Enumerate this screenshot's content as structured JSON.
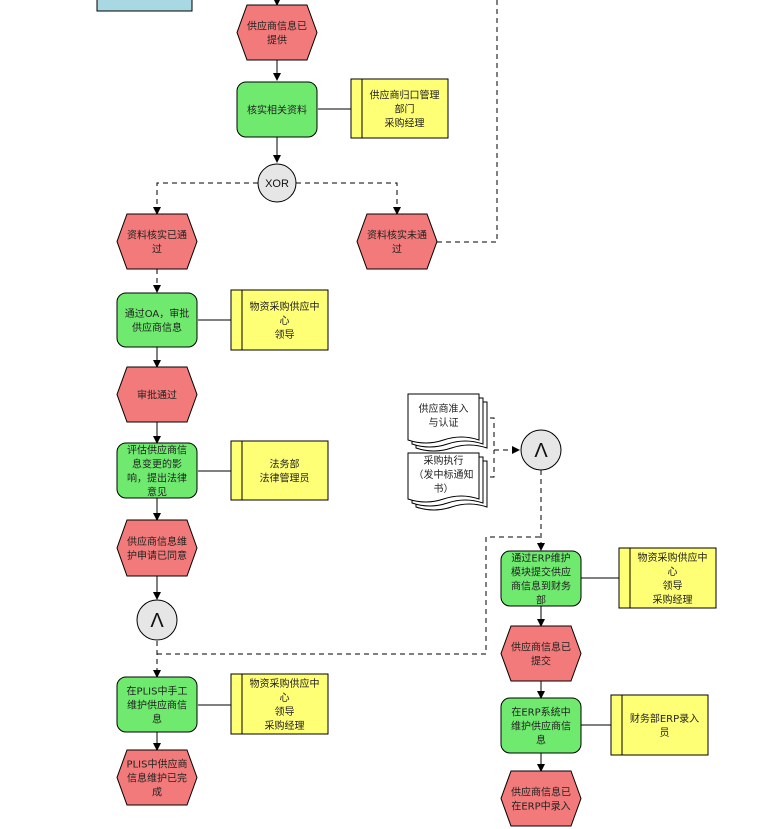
{
  "colors": {
    "event": "#f37a7a",
    "function": "#6fea6f",
    "org": "#ffff76",
    "doc": "#ffffff",
    "connector": "#e6e6e6",
    "top_box": "#a8d8e2"
  },
  "events": {
    "supplier_info_provided": [
      "供应商信息已",
      "提供"
    ],
    "verify_passed": [
      "资料核实已通",
      "过"
    ],
    "verify_failed": [
      "资料核实未通",
      "过"
    ],
    "approval_passed": [
      "审批通过"
    ],
    "maint_request_agreed": [
      "供应商信息维",
      "护申请已同意"
    ],
    "plis_done": [
      "PLIS中供应商",
      "信息维护已完",
      "成"
    ],
    "submitted": [
      "供应商信息已",
      "提交"
    ],
    "erp_entered": [
      "供应商信息已",
      "在ERP中录入"
    ]
  },
  "functions": {
    "verify_docs": [
      "核实相关资料"
    ],
    "oa_approve": [
      "通过OA，审批",
      "供应商信息"
    ],
    "assess_impact": [
      "评估供应商信",
      "息变更的影",
      "响，提出法律",
      "意见"
    ],
    "plis_maintain": [
      "在PLIS中手工",
      "维护供应商信",
      "息"
    ],
    "erp_submit": [
      "通过ERP维护",
      "模块提交供应",
      "商信息到财务",
      "部"
    ],
    "erp_maintain": [
      "在ERP系统中",
      "维护供应商信",
      "息"
    ]
  },
  "orgs": {
    "supplier_mgmt": [
      "供应商归口管理",
      "部门",
      "采购经理"
    ],
    "material_leader": [
      "物资采购供应中",
      "心",
      "领导"
    ],
    "legal": [
      "法务部",
      "法律管理员"
    ],
    "material_leader_pm": [
      "物资采购供应中",
      "心",
      "领导",
      "采购经理"
    ],
    "material_leader_pm_2": [
      "物资采购供应中",
      "心",
      "领导",
      "采购经理"
    ],
    "finance_erp": [
      "财务部ERP录入",
      "员"
    ]
  },
  "docs": {
    "supplier_admission": [
      "供应商准入",
      "与认证"
    ],
    "procurement_exec": [
      "采购执行",
      "（发中标通知",
      "书）"
    ]
  },
  "connectors": {
    "xor": "XOR",
    "and": "Λ"
  }
}
